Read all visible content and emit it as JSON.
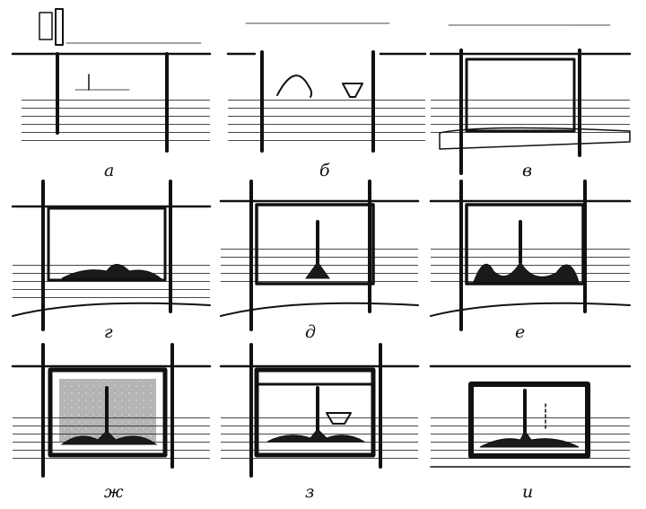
{
  "figure": {
    "panels": [
      {
        "label": "а"
      },
      {
        "label": "б"
      },
      {
        "label": "в"
      },
      {
        "label": "г"
      },
      {
        "label": "д"
      },
      {
        "label": "е"
      },
      {
        "label": "ж"
      },
      {
        "label": "з"
      },
      {
        "label": "и"
      }
    ]
  }
}
